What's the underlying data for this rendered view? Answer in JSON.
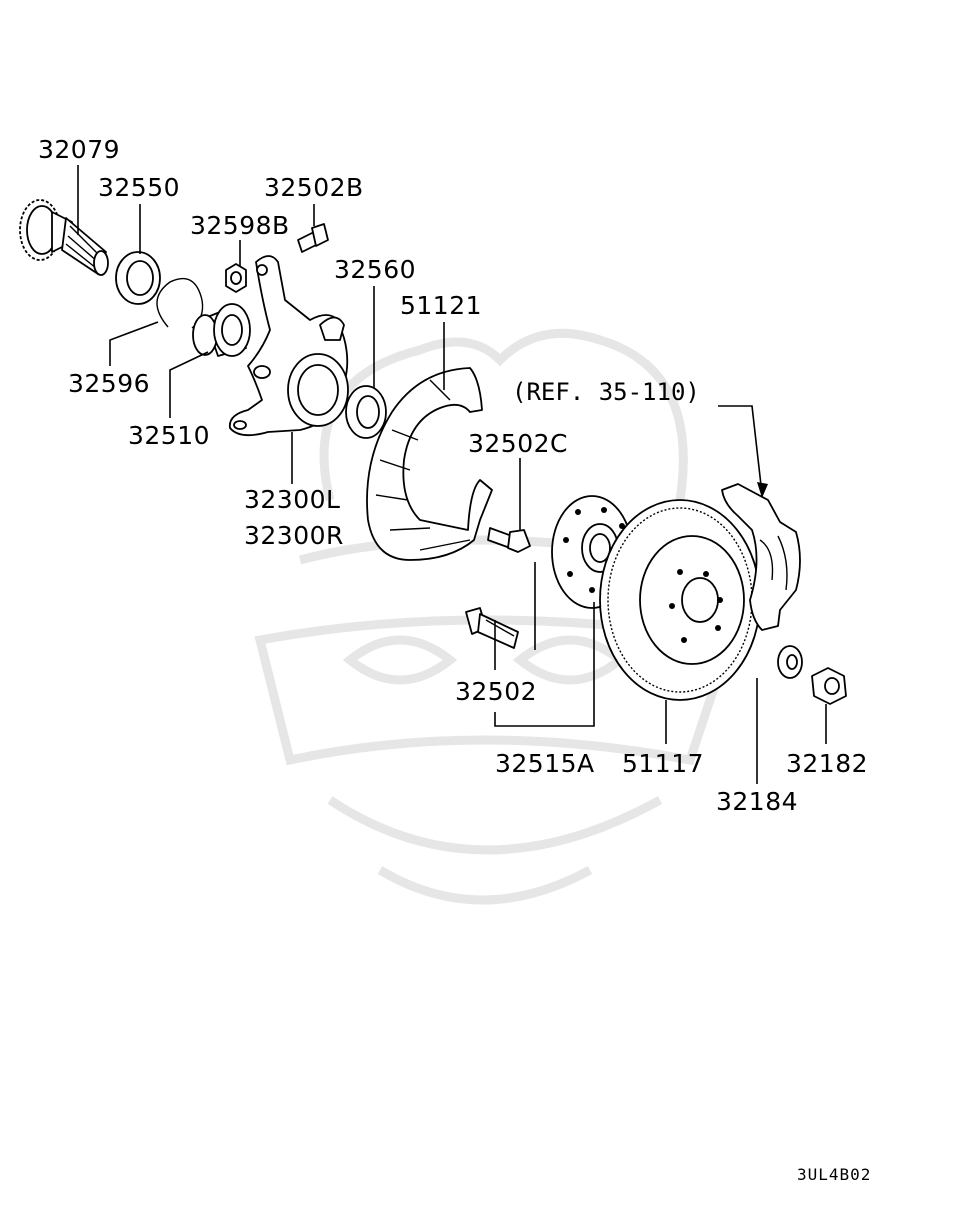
{
  "diagram": {
    "reference_code": "3UL4B02",
    "ref_note": "(REF. 35-110)",
    "labels": {
      "p32079": "32079",
      "p32550": "32550",
      "p32502B": "32502B",
      "p32598B": "32598B",
      "p32560": "32560",
      "p51121": "51121",
      "p32596": "32596",
      "p32510": "32510",
      "p32300L": "32300L",
      "p32300R": "32300R",
      "p32502C": "32502C",
      "p32502": "32502",
      "p32515A": "32515A",
      "p51117": "51117",
      "p32182": "32182",
      "p32184": "32184"
    }
  }
}
